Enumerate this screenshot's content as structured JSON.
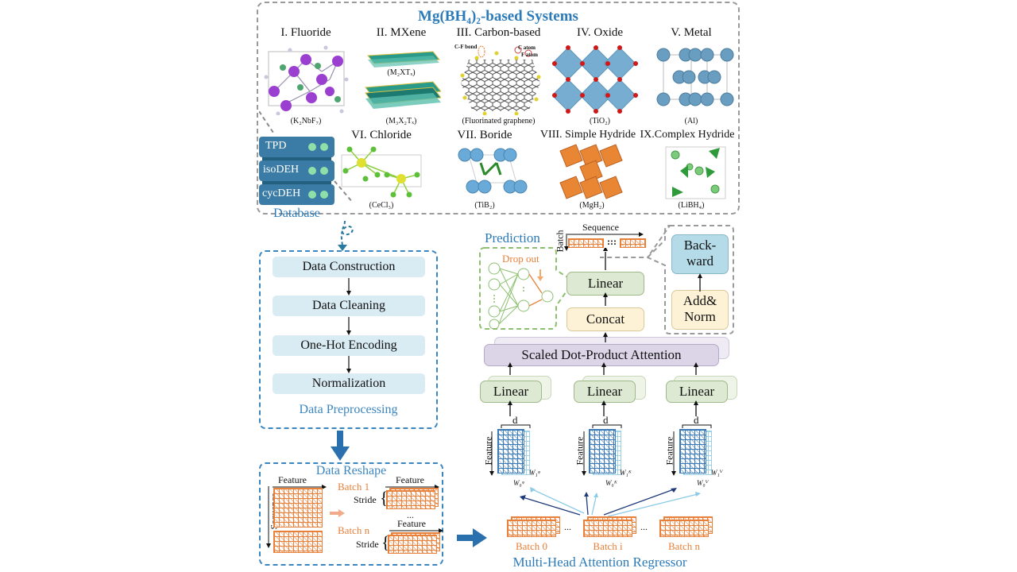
{
  "systems_panel": {
    "title": "Mg(BH₄)₂-based Systems",
    "systems": [
      {
        "label": "I. Fluoride",
        "formula": "(K₂NbF₇)"
      },
      {
        "label": "II. MXene",
        "formula": "(M₂XTₓ)",
        "formula2": "(M₃X₂Tₓ)"
      },
      {
        "label": "III. Carbon-based",
        "formula": "(Fluorinated graphene)",
        "annotations": [
          "C-F bond",
          "C atom",
          "F atom"
        ]
      },
      {
        "label": "IV. Oxide",
        "formula": "(TiO₂)"
      },
      {
        "label": "V. Metal",
        "formula": "(Al)"
      },
      {
        "label": "VI. Chloride",
        "formula": "(CeCl₃)"
      },
      {
        "label": "VII. Boride",
        "formula": "(TiB₂)"
      },
      {
        "label": "VIII. Simple Hydride",
        "formula": "(MgH₂)"
      },
      {
        "label": "IX.Complex Hydride",
        "formula": "(LiBH₄)"
      }
    ]
  },
  "database": {
    "label": "Database",
    "items": [
      "TPD",
      "isoDEH",
      "cycDEH"
    ]
  },
  "preprocessing": {
    "title": "Data Preprocessing",
    "steps": [
      "Data Construction",
      "Data Cleaning",
      "One-Hot Encoding",
      "Normalization"
    ]
  },
  "reshape": {
    "title": "Data Reshape",
    "feature": "Feature",
    "sequence": "Sequence",
    "batch_first": "Batch 1",
    "batch_last": "Batch n",
    "stride": "Stride",
    "ellipsis": "..."
  },
  "prediction": {
    "title": "Prediction",
    "dropout": "Drop out",
    "sequence": "Sequence",
    "batch": "Batch",
    "ellipsis": ":::"
  },
  "model": {
    "linear": "Linear",
    "concat": "Concat",
    "attention": "Scaled Dot-Product Attention",
    "backward": "Back-\nward",
    "backward_l1": "Back-",
    "backward_l2": "ward",
    "addnorm_l1": "Add&",
    "addnorm_l2": "Norm",
    "d": "d",
    "feature": "Feature",
    "weights": [
      {
        "w1": "W₁ᵠ",
        "w0": "W₀ᵠ"
      },
      {
        "w1": "W₁ᴷ",
        "w0": "W₀ᴷ"
      },
      {
        "w1": "W₁ⱽ",
        "w0": "W₀ⱽ"
      }
    ],
    "batches": [
      "Batch 0",
      "Batch i",
      "Batch n"
    ],
    "ellipsis": "...",
    "title": "Multi-Head Attention Regressor"
  },
  "colors": {
    "accent_blue": "#2c7bb8",
    "orange": "#e8803a",
    "db_blue": "#3a7ca5",
    "green_box": "#dde9d2",
    "yellow_box": "#fdf2d6",
    "backward_blue": "#b5dbe8",
    "attention_purple": "#dcd5e8"
  }
}
